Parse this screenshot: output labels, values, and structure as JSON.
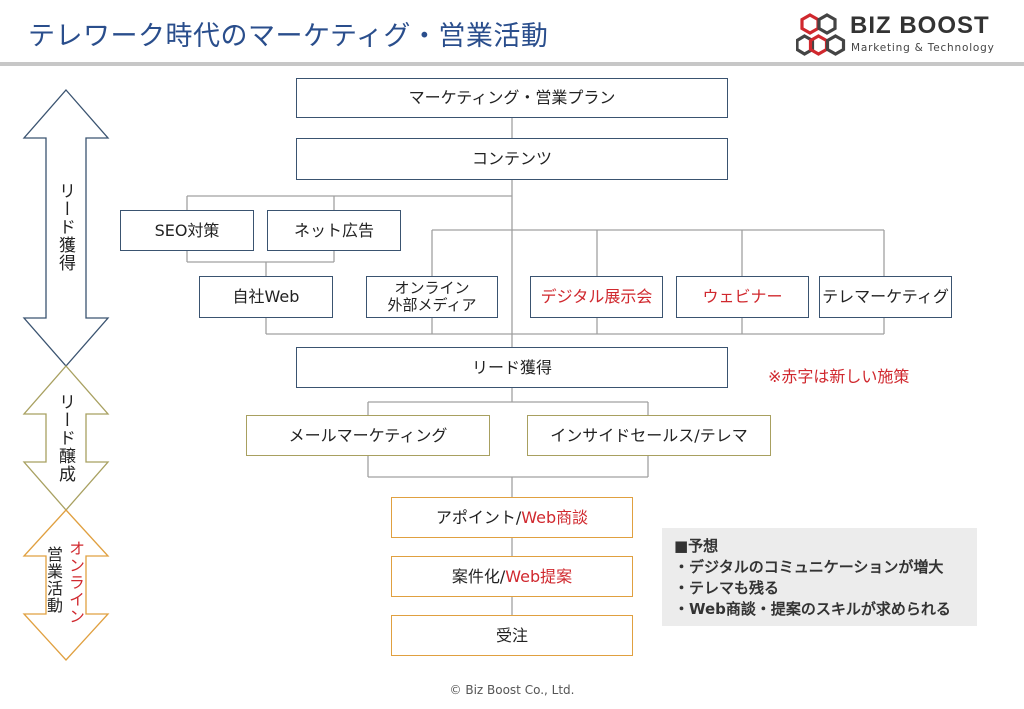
{
  "header": {
    "title": "テレワーク時代のマーケティグ・営業活動",
    "logo_name": "BIZ BOOST",
    "logo_tagline": "Marketing & Technology"
  },
  "phases": {
    "lead_acquisition": "リード獲得",
    "lead_nurturing": "リード醸成",
    "online_label": "オンライン",
    "sales_activity": "営業活動"
  },
  "flow": {
    "plan": "マーケティング・営業プラン",
    "contents": "コンテンツ",
    "seo": "SEO対策",
    "net_ads": "ネット広告",
    "own_web": "自社Web",
    "online_media": "オンライン\n外部メディア",
    "digital_expo": "デジタル展示会",
    "webinar": "ウェビナー",
    "telemarketing": "テレマーケティグ",
    "lead_acquisition": "リード獲得",
    "mail_marketing": "メールマーケティング",
    "inside_sales": "インサイドセールス/テレマ",
    "appointment_prefix": "アポイント/",
    "appointment_web": "Web商談",
    "project_prefix": "案件化/",
    "project_web": "Web提案",
    "order": "受注"
  },
  "note_red": "※赤字は新しい施策",
  "forecast": {
    "heading": "■予想",
    "items": [
      "・デジタルのコミュニケーションが増大",
      "・テレマも残る",
      "・Web商談・提案のスキルが求められる"
    ]
  },
  "colors": {
    "title_blue": "#2a4e8c",
    "new_initiative_red": "#d0282e",
    "acquisition_border": "#3a5370",
    "nurturing_border": "#a8a060",
    "sales_border": "#e0a040"
  },
  "copyright": "© Biz Boost Co., Ltd."
}
